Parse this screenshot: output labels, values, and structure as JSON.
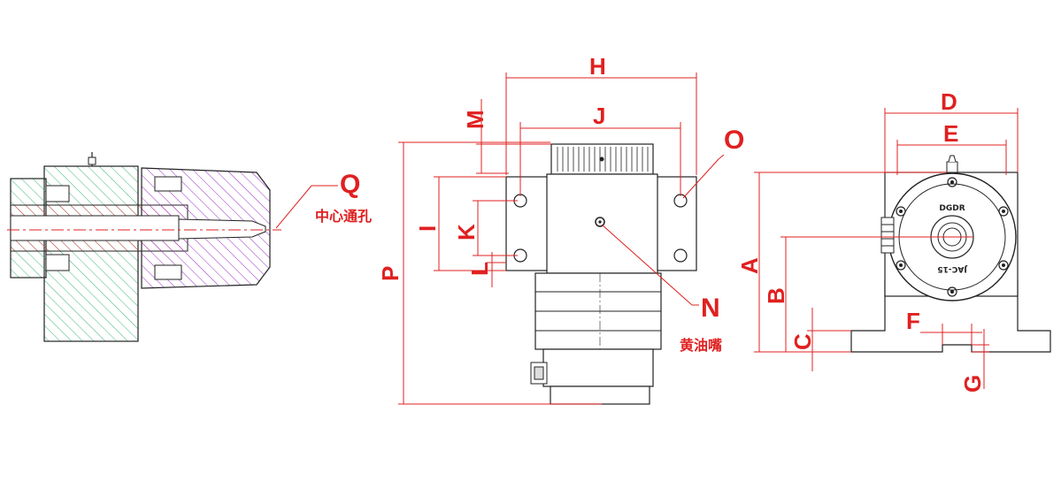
{
  "labels": {
    "Q": "Q",
    "center_hole": "中心通孔",
    "H": "H",
    "J": "J",
    "M": "M",
    "O": "O",
    "I": "I",
    "K": "K",
    "L": "L",
    "P": "P",
    "N": "N",
    "grease_nipple": "黄油嘴",
    "D": "D",
    "E": "E",
    "A": "A",
    "B": "B",
    "C": "C",
    "F": "F",
    "G": "G",
    "nameplate_top": "DGDR",
    "nameplate_bottom": "JAC-15"
  },
  "colors": {
    "dimension": "#e02020",
    "outline": "#222222",
    "hatch_green": "#3cb878",
    "hatch_purple": "#9b30c8",
    "hatch_red": "#e04040"
  }
}
